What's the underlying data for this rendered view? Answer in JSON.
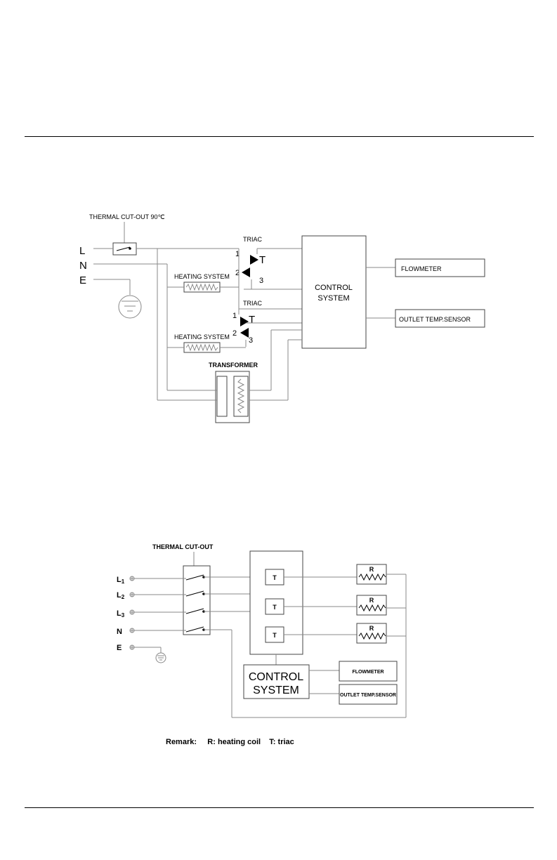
{
  "diagram1": {
    "thermal_cutout_label": "THERMAL CUT-OUT 90℃",
    "terminal_l": "L",
    "terminal_n": "N",
    "terminal_e": "E",
    "triac_label": "TRIAC",
    "pin_1": "1",
    "pin_2": "2",
    "pin_3": "3",
    "pin_t": "T",
    "heating_system_label": "HEATING SYSTEM",
    "control_line1": "CONTROL",
    "control_line2": "SYSTEM",
    "flowmeter": "FLOWMETER",
    "outlet_sensor": "OUTLET TEMP.SENSOR",
    "transformer_label": "TRANSFORMER"
  },
  "diagram2": {
    "thermal_cutout_label": "THERMAL CUT-OUT",
    "terminal_l": "L",
    "sub_1": "1",
    "sub_2": "2",
    "sub_3": "3",
    "terminal_n": "N",
    "terminal_e": "E",
    "triac_t": "T",
    "resistor_r": "R",
    "control_line1": "CONTROL",
    "control_line2": "SYSTEM",
    "flowmeter": "FLOWMETER",
    "outlet_sensor": "OUTLET TEMP.SENSOR",
    "remark": "Remark:     R: heating coil    T: triac"
  }
}
